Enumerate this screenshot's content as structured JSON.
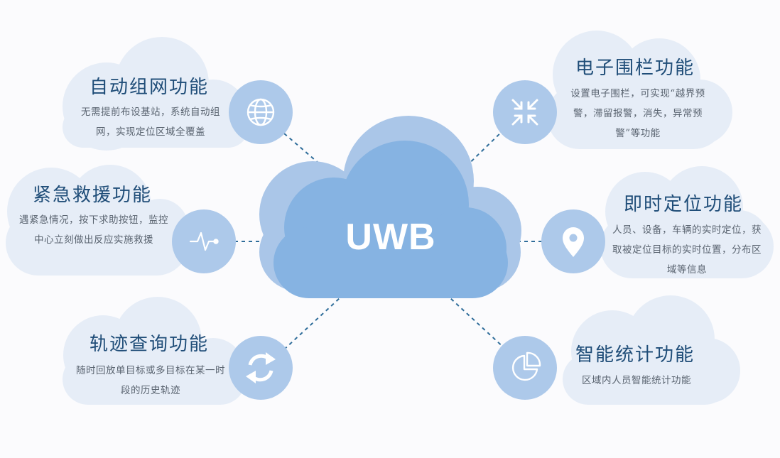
{
  "center": {
    "label": "UWB"
  },
  "features": [
    {
      "id": "auto-network",
      "title": "自动组网功能",
      "desc": "无需提前布设基站，系统自动组网，实现定位区域全覆盖",
      "icon": "globe-icon"
    },
    {
      "id": "emergency",
      "title": "紧急救援功能",
      "desc": "遇紧急情况，按下求助按钮，监控中心立刻做出反应实施救援",
      "icon": "pulse-icon"
    },
    {
      "id": "track-query",
      "title": "轨迹查询功能",
      "desc": "随时回放单目标或多目标在某一时段的历史轨迹",
      "icon": "refresh-icon"
    },
    {
      "id": "geofence",
      "title": "电子围栏功能",
      "desc": "设置电子围栏，可实现“越界预警，滞留报警，消失，异常预警”等功能",
      "icon": "compress-arrows-icon"
    },
    {
      "id": "realtime-locate",
      "title": "即时定位功能",
      "desc": "人员、设备，车辆的实时定位，获取被定位目标的实时位置，分布区域等信息",
      "icon": "location-pin-icon"
    },
    {
      "id": "smart-stats",
      "title": "智能统计功能",
      "desc": "区域内人员智能统计功能",
      "icon": "pie-chart-icon"
    }
  ],
  "colors": {
    "cloud_light": "#e6edf7",
    "icon_circle": "#adc9ea",
    "center_back": "#aac6e8",
    "center_front": "#86b3e2",
    "connector": "#2f6d9a",
    "title": "#1f4d78"
  }
}
